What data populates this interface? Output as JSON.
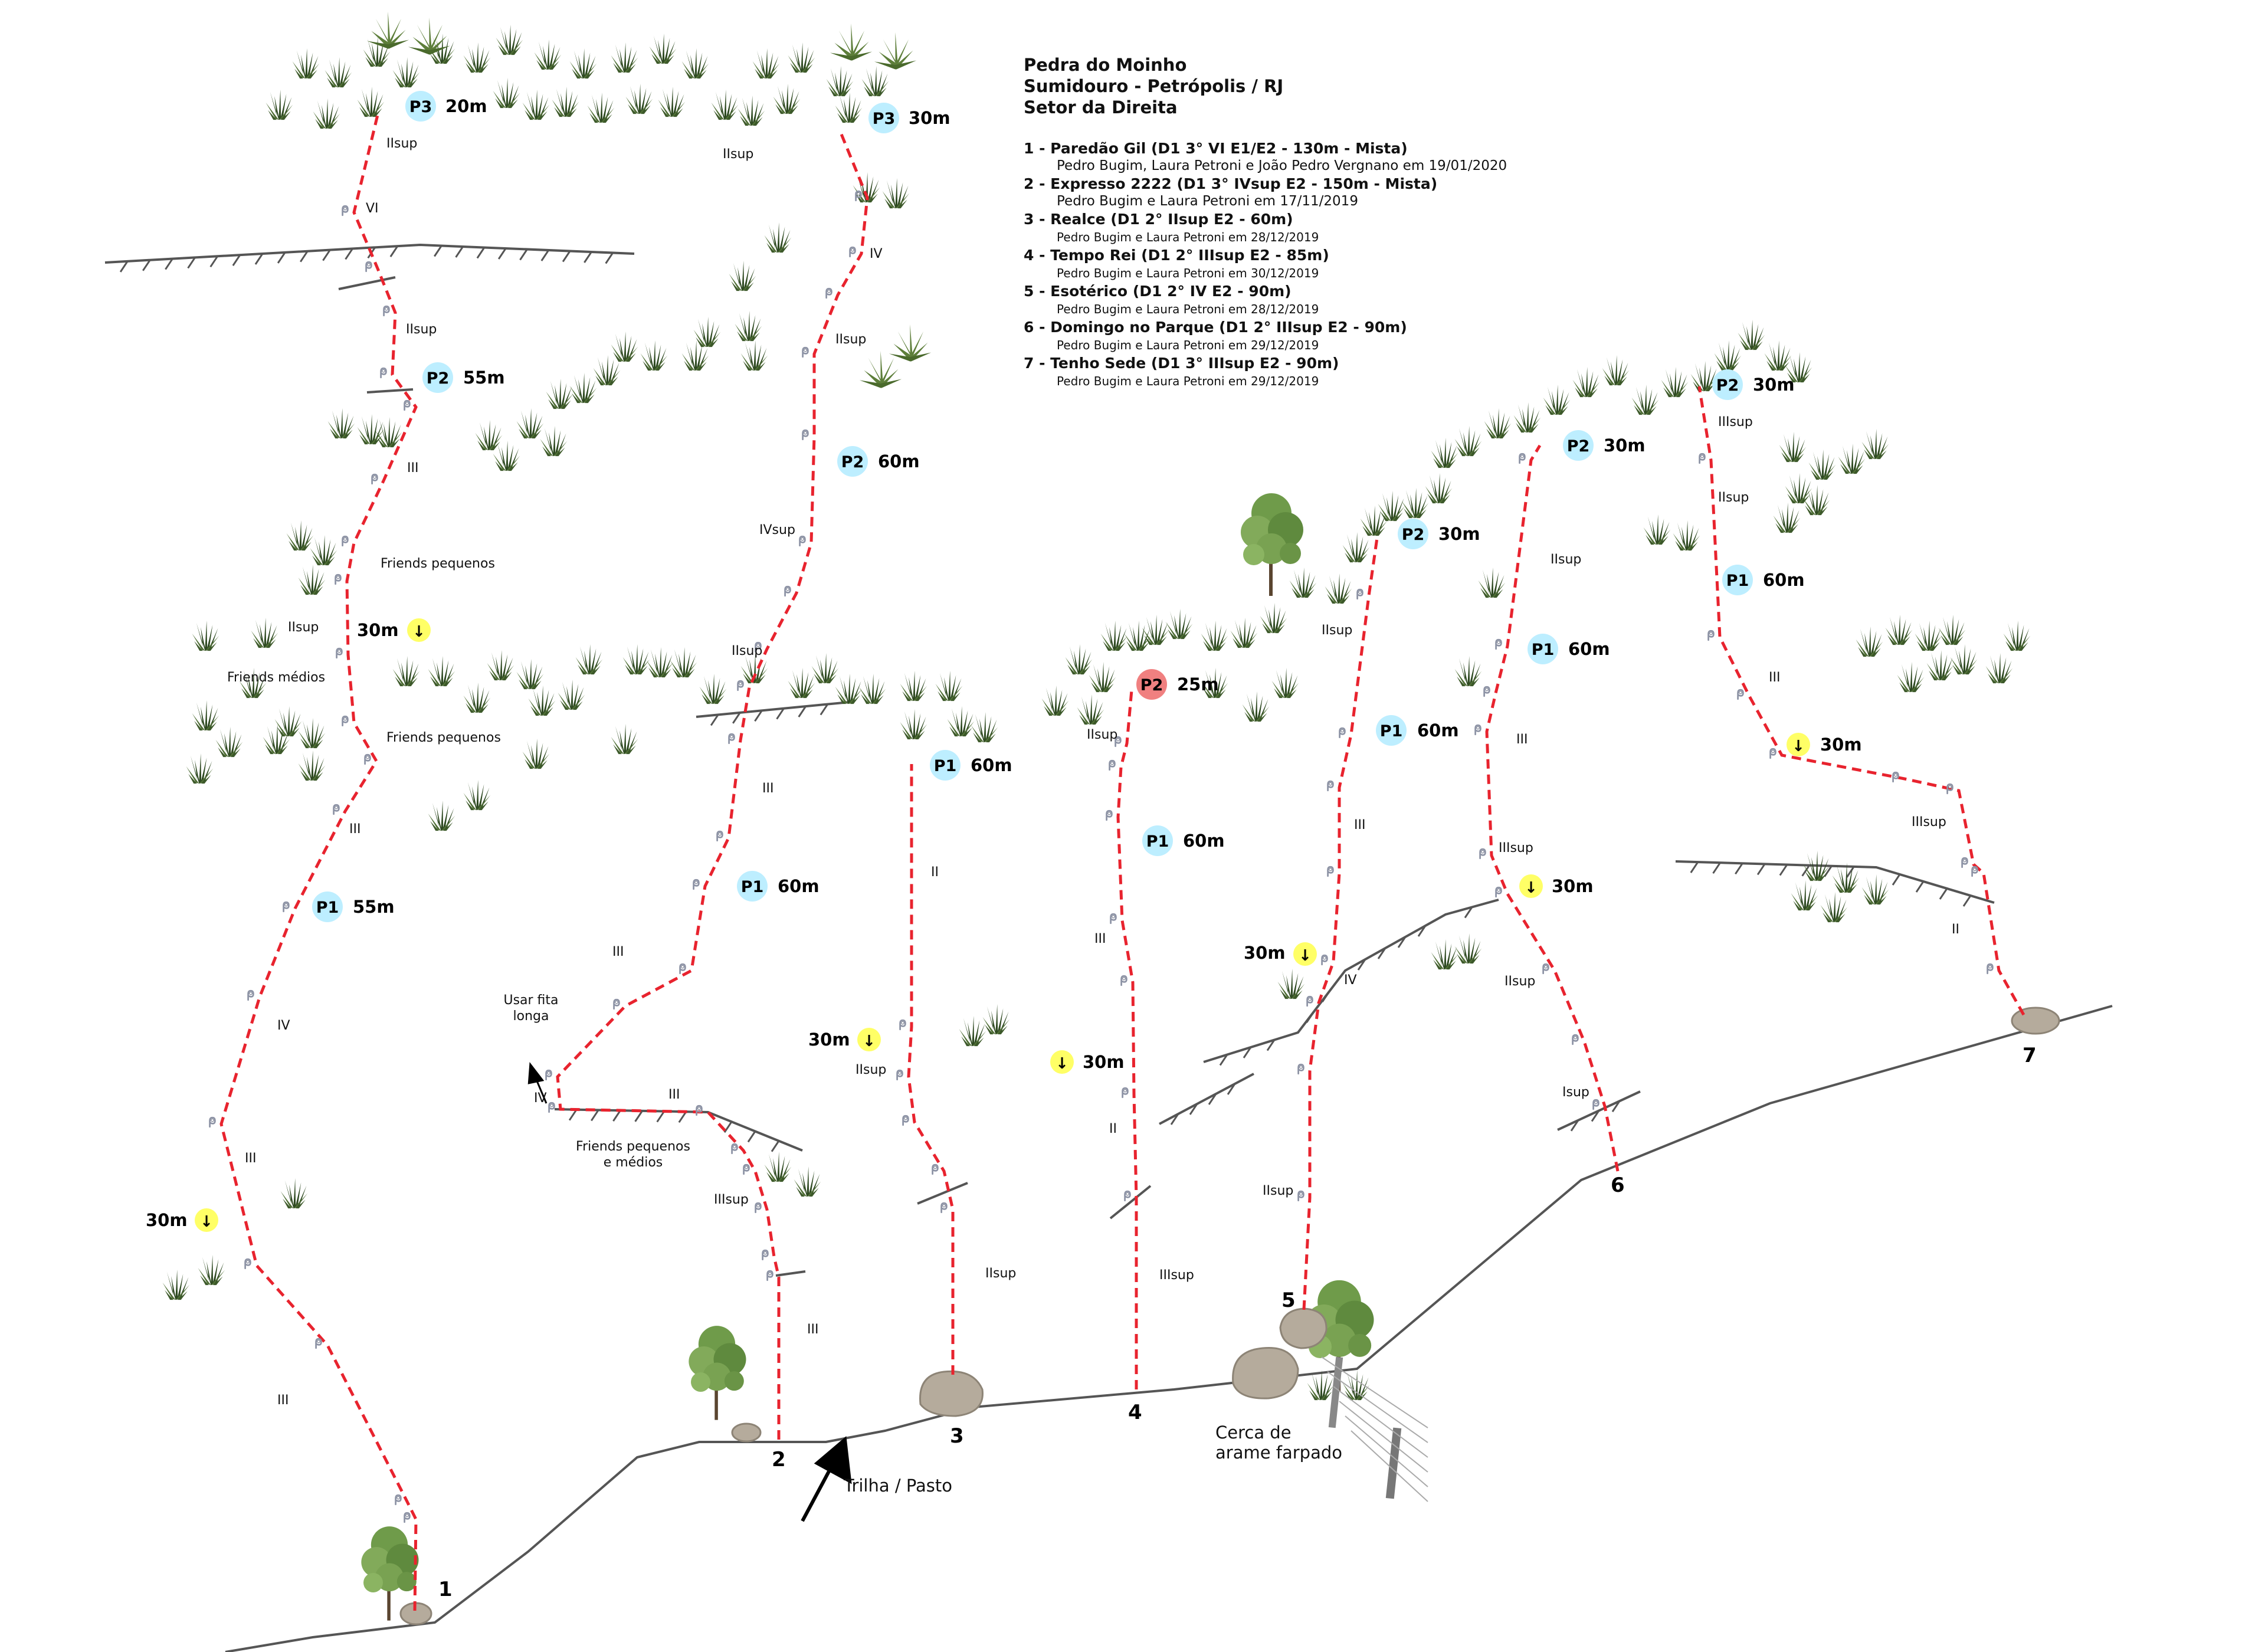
{
  "header": {
    "title_line1": "Pedra do Moinho",
    "title_line2": "Sumidouro - Petrópolis / RJ",
    "title_line3": "Setor da Direita"
  },
  "routes": [
    {
      "name": "1 - Paredão Gil (D1 3° VI E1/E2 - 130m - Mista)",
      "ascent": "Pedro Bugim, Laura Petroni e João Pedro Vergnano em 19/01/2020"
    },
    {
      "name": "2 - Expresso 2222 (D1 3° IVsup E2 - 150m - Mista)",
      "ascent": "Pedro Bugim e Laura Petroni em 17/11/2019"
    },
    {
      "name": "3 - Realce (D1 2° IIsup E2 - 60m)",
      "ascent": "Pedro Bugim e Laura Petroni em 28/12/2019"
    },
    {
      "name": "4 - Tempo Rei (D1 2° IIIsup E2 - 85m)",
      "ascent": "Pedro Bugim e Laura Petroni em 30/12/2019"
    },
    {
      "name": "5 - Esotérico (D1 2° IV E2 - 90m)",
      "ascent": "Pedro Bugim e Laura Petroni em 28/12/2019"
    },
    {
      "name": "6 - Domingo no Parque (D1 2° IIIsup E2 - 90m)",
      "ascent": "Pedro Bugim e Laura Petroni em 29/12/2019"
    },
    {
      "name": "7 - Tenho Sede (D1 3° IIIsup E2 - 90m)",
      "ascent": "Pedro Bugim e Laura Petroni em 29/12/2019"
    }
  ],
  "route_numbers": [
    "1",
    "2",
    "3",
    "4",
    "5",
    "6",
    "7"
  ],
  "belays": [
    {
      "label": "P3",
      "length": "20m"
    },
    {
      "label": "P2",
      "length": "55m"
    },
    {
      "label": "P1",
      "length": "55m"
    },
    {
      "label": "P3",
      "length": "30m"
    },
    {
      "label": "P2",
      "length": "60m"
    },
    {
      "label": "P1",
      "length": "60m"
    },
    {
      "label": "P1",
      "length": "60m"
    },
    {
      "label": "P2",
      "length": "25m"
    },
    {
      "label": "P1",
      "length": "60m"
    },
    {
      "label": "P2",
      "length": "30m"
    },
    {
      "label": "P1",
      "length": "60m"
    },
    {
      "label": "P2",
      "length": "30m"
    },
    {
      "label": "P1",
      "length": "60m"
    },
    {
      "label": "P2",
      "length": "30m"
    },
    {
      "label": "P1",
      "length": "60m"
    }
  ],
  "rappels": [
    "30m",
    "30m",
    "30m",
    "30m",
    "30m",
    "30m",
    "30m"
  ],
  "grades": [
    "IIsup",
    "VI",
    "IIsup",
    "III",
    "IIsup",
    "III",
    "IV",
    "III",
    "III",
    "IIsup",
    "IV",
    "IIsup",
    "IVsup",
    "IIsup",
    "III",
    "III",
    "IV",
    "III",
    "IIIsup",
    "III",
    "II",
    "IIsup",
    "IIsup",
    "IIsup",
    "III",
    "II",
    "IIIsup",
    "IIsup",
    "III",
    "IV",
    "IIsup",
    "IIsup",
    "III",
    "IIIsup",
    "IIsup",
    "Isup",
    "IIIsup",
    "IIsup",
    "III",
    "IIIsup",
    "II"
  ],
  "notes": {
    "friends_small_1": "Friends pequenos",
    "friends_medium": "Friends médios",
    "friends_small_2": "Friends pequenos",
    "long_sling_1": "Usar fita",
    "long_sling_2": "longa",
    "friends_smallmed_1": "Friends pequenos",
    "friends_smallmed_2": "e médios",
    "trail": "Trilha / Pasto",
    "fence_1": "Cerca de",
    "fence_2": "arame farpado"
  },
  "colors": {
    "route_line": "#e8232e",
    "belay": "#bdeeff",
    "belay_warn": "#f08080",
    "rappel": "#ffff66",
    "ground": "#555555",
    "grass": "#3a5a28",
    "rock": "#b5ab9c"
  }
}
